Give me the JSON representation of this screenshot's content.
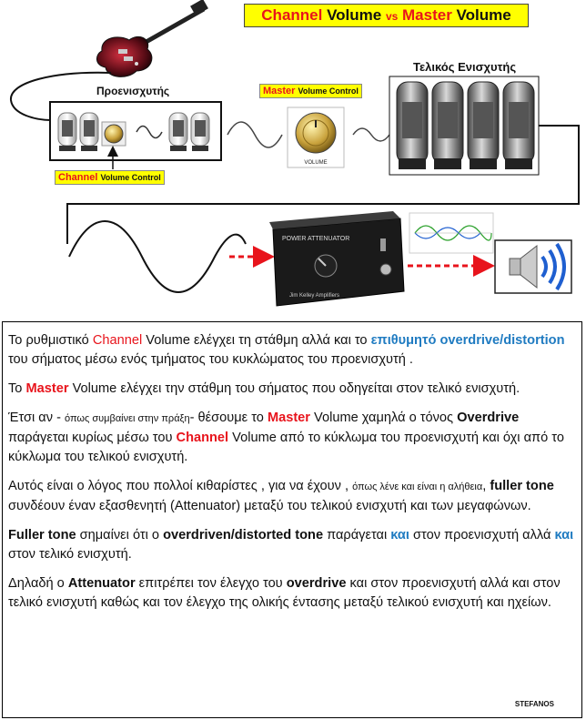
{
  "title": {
    "part1": "Channel",
    "part2": " Volume ",
    "part3": "vs",
    "part4": " Master",
    "part5": " Volume"
  },
  "diagram": {
    "preamp_label": "Προενισχυτής",
    "poweramp_label": "Τελικός Ενισχυτής",
    "channel_label": {
      "red": "Channel",
      "black": "Volume Control"
    },
    "master_label": {
      "red": "Master",
      "black": "Volume Control"
    },
    "knob_caption": "VOLUME",
    "attenuator_title": "POWER ATTENUATOR",
    "attenuator_brand": "Jim Kelley Amplifiers"
  },
  "paragraphs": {
    "p1": {
      "a": "Το ρυθμιστικό ",
      "b": "Channel",
      "c": " Volume ελέγχει τη στάθμη αλλά και το ",
      "d": "επιθυμητό overdrive/distortion",
      "e": " του σήματος μέσω ενός τμήματος του κυκλώματος του προενισχυτή ."
    },
    "p2": {
      "a": "Το  ",
      "b": "Master",
      "c": " Volume ελέγχει την στάθμη του σήματος που οδηγείται στον τελικό ενισχυτή."
    },
    "p3": {
      "a": "Έτσι αν - ",
      "b": "όπως συμβαίνει στην πράξη",
      "c": "- θέσουμε το ",
      "d": "Master",
      "e": " Volume χαμηλά ο τόνος ",
      "f": "Overdrive",
      "g": " παράγεται κυρίως μέσω του ",
      "h": "Channel",
      "i": " Volume από το κύκλωμα του προενισχυτή και όχι από το κύκλωμα του τελικού ενισχυτή."
    },
    "p4": {
      "a": "Αυτός είναι ο λόγος που πολλοί κιθαρίστες , για να έχουν , ",
      "b": "όπως λένε και είναι η αλήθεια",
      "c": ", ",
      "d": "fuller tone",
      "e": " συνδέουν έναν εξασθενητή (Attenuator) μεταξύ του τελικού ενισχυτή και των μεγαφώνων."
    },
    "p5": {
      "a": "Fuller tone",
      "b": " σημαίνει ότι ο ",
      "c": "overdriven/distorted tone",
      "d": " παράγεται ",
      "e": "και",
      "f": " στον προενισχυτή αλλά ",
      "g": "και",
      "h": " στον τελικό ενισχυτή."
    },
    "p6": {
      "a": "Δηλαδή ο ",
      "b": "Attenuator",
      "c": " επιτρέπει τον έλεγχο του ",
      "d": "overdrive",
      "e": " και στον προενισχυτή αλλά και στον τελικό ενισχυτή καθώς και τον έλεγχο της ολικής έντασης μεταξύ τελικού ενισχυτή και ηχείων."
    }
  },
  "signature": "STEFANOS",
  "colors": {
    "red": "#e8141c",
    "blue": "#1f7bc1",
    "yellow": "#ffff00"
  }
}
